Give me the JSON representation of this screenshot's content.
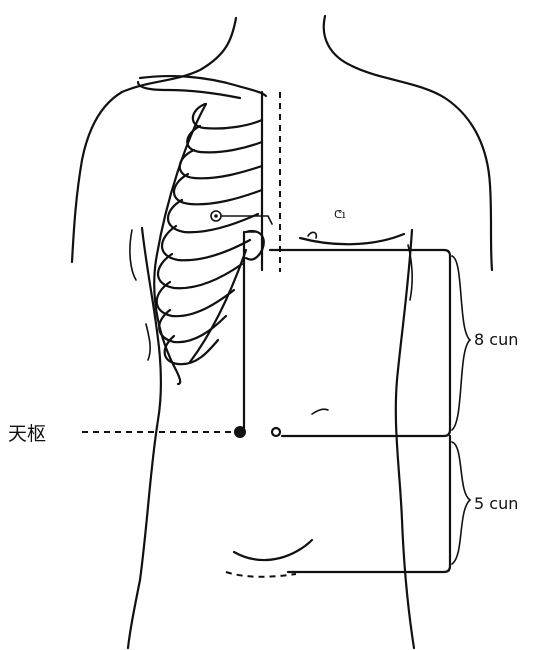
{
  "labels": {
    "acupoint": "天枢",
    "upper_span": "8 cun",
    "lower_span": "5 cun",
    "nipple_mark": "ᕦı"
  },
  "colors": {
    "ink": "#111111",
    "background": "#ffffff"
  }
}
